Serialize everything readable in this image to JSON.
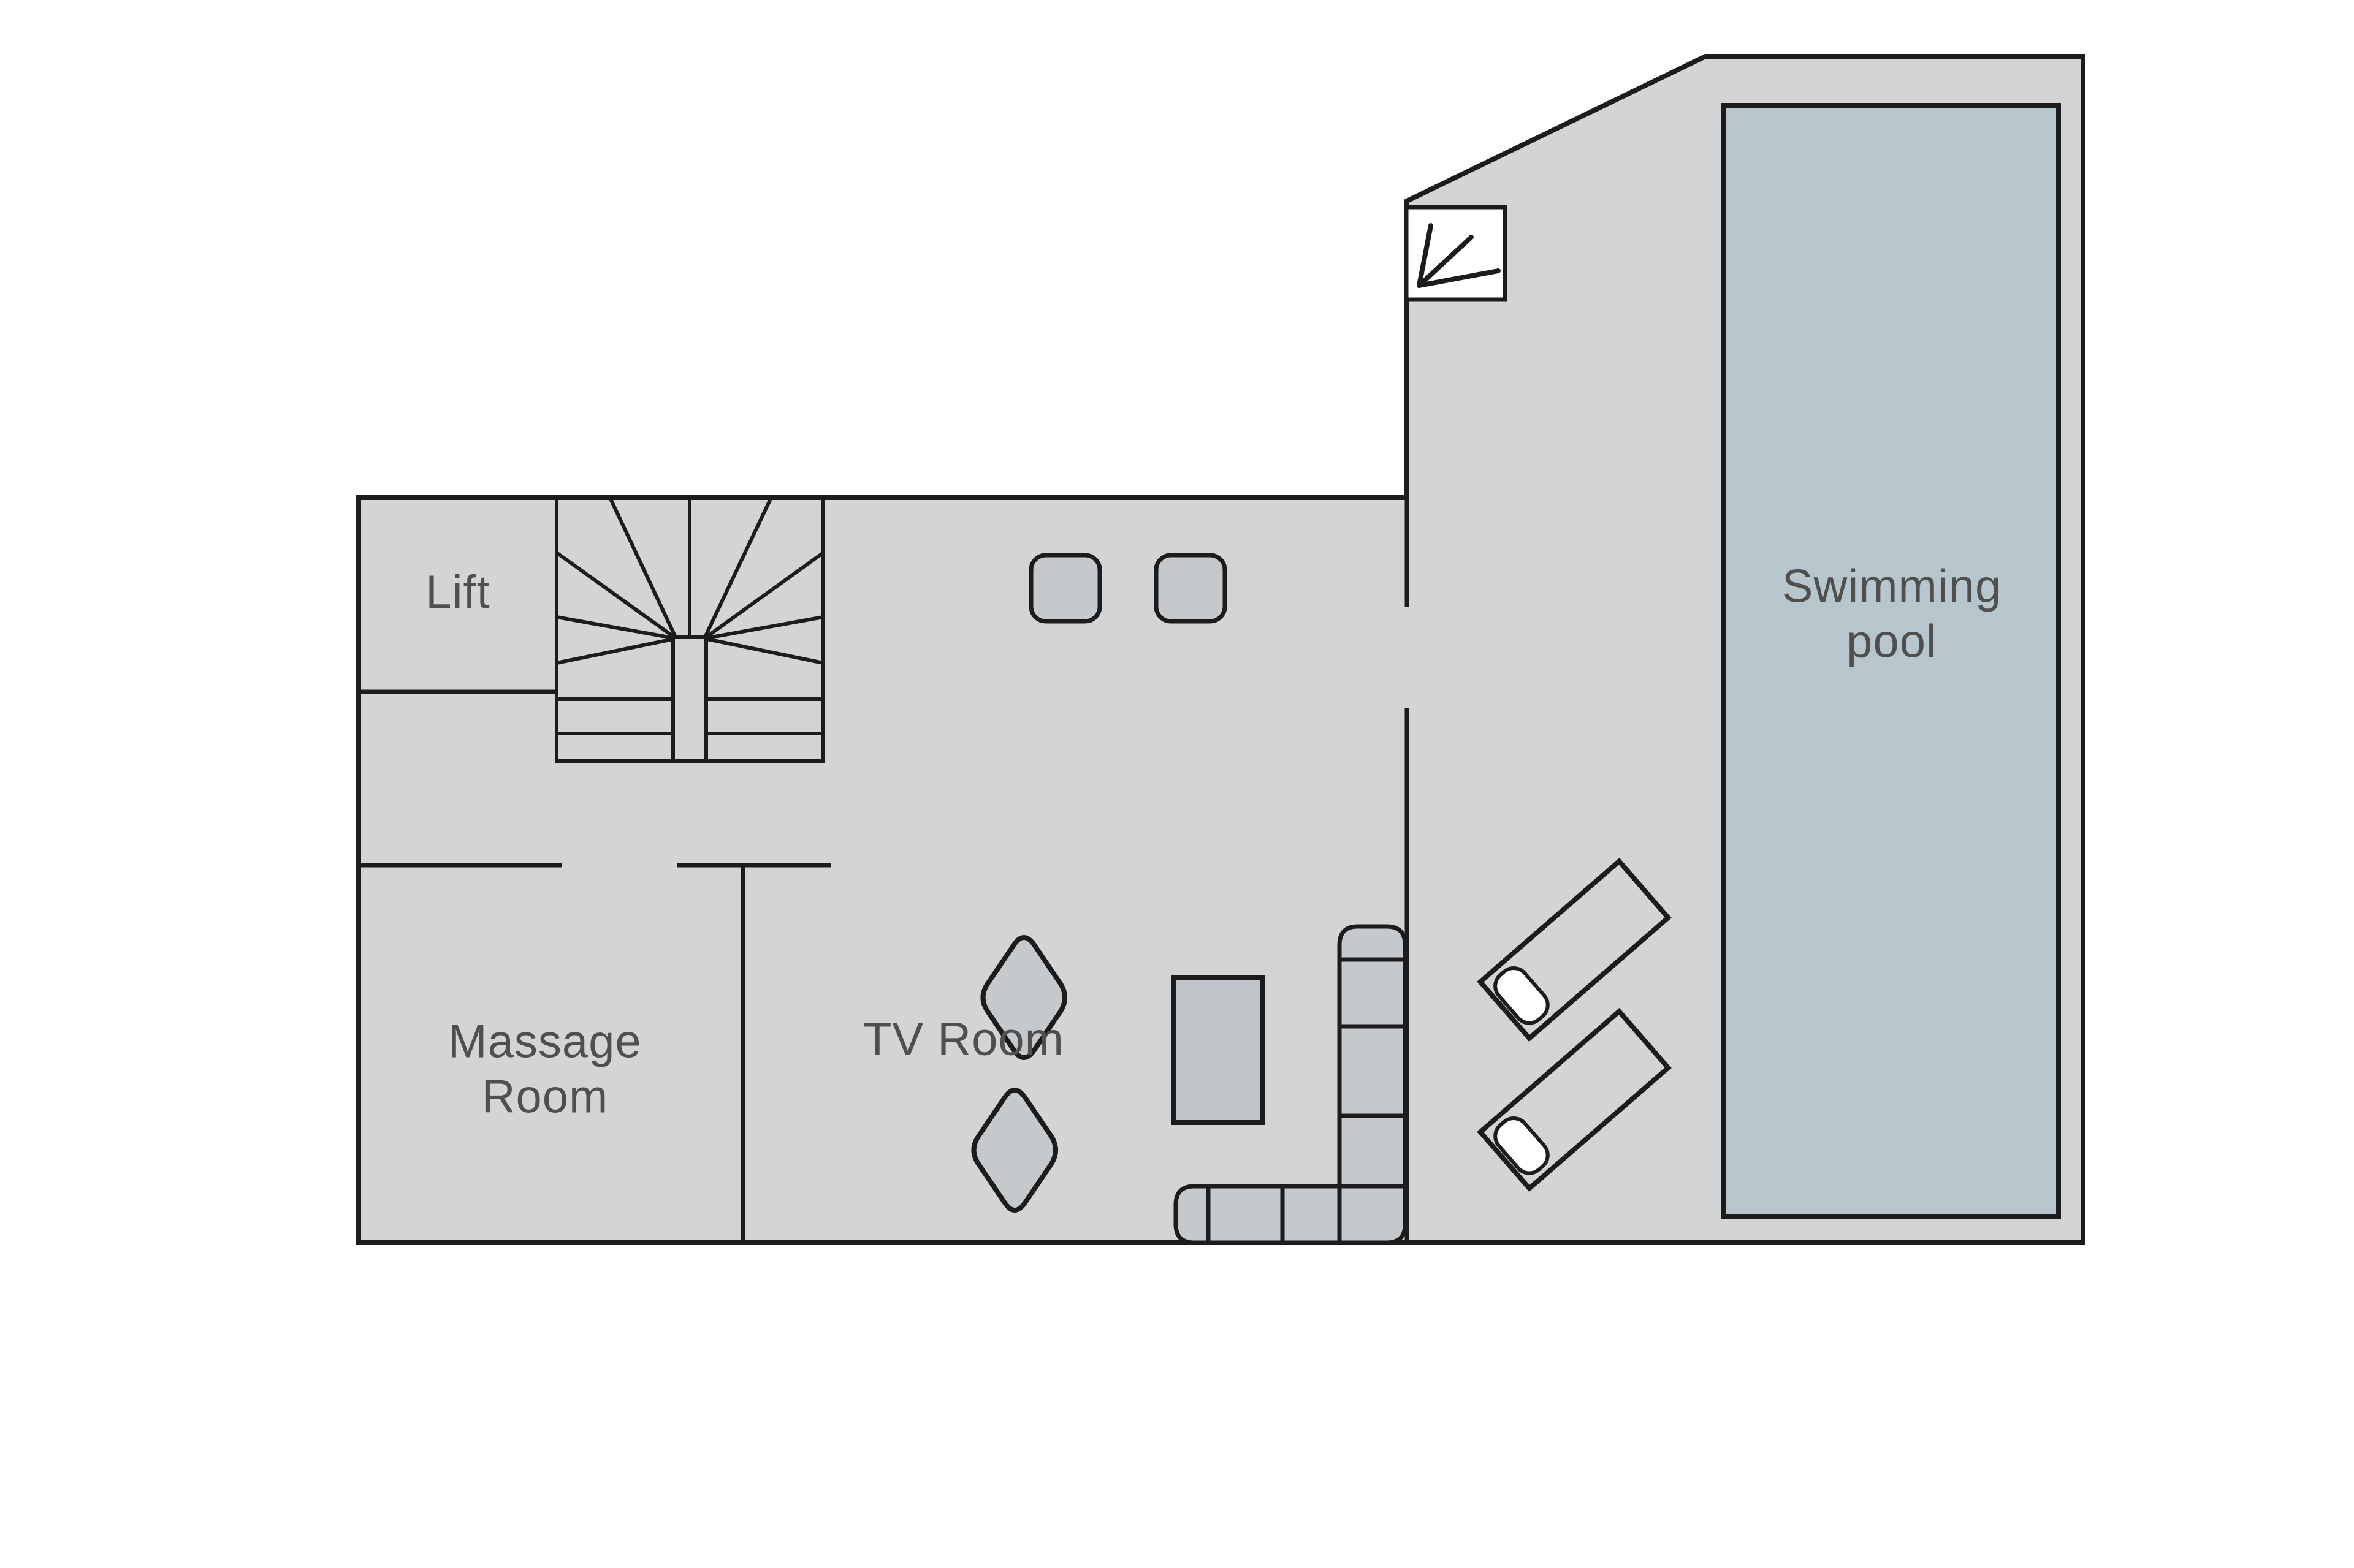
{
  "title": "Chalet spa level floor plan",
  "rooms": {
    "lift": {
      "label": "Lift"
    },
    "massage": {
      "line1": "Massage",
      "line2": "Room"
    },
    "tv": {
      "label": "TV Room"
    },
    "pool": {
      "line1": "Swimming",
      "line2": "pool"
    }
  },
  "furniture": {
    "staircase": "winder staircase",
    "stools": 2,
    "armchairs": 2,
    "tv_cabinet": 1,
    "sectional_sofa": "L-shaped, 7 segments",
    "sun_loungers": 2
  },
  "icons": {
    "entrance_arrow": "arrow-down-left"
  },
  "colors": {
    "background": "#ffffff",
    "floor": "#d2d4d5",
    "pool_water": "#b7c6cd",
    "wall": "#1c1c1c",
    "furniture_fill": "#c6c9cc",
    "cabinet_fill": "#c0c3c7",
    "pillow": "#ffffff",
    "label_text": "#4f4f4f"
  }
}
